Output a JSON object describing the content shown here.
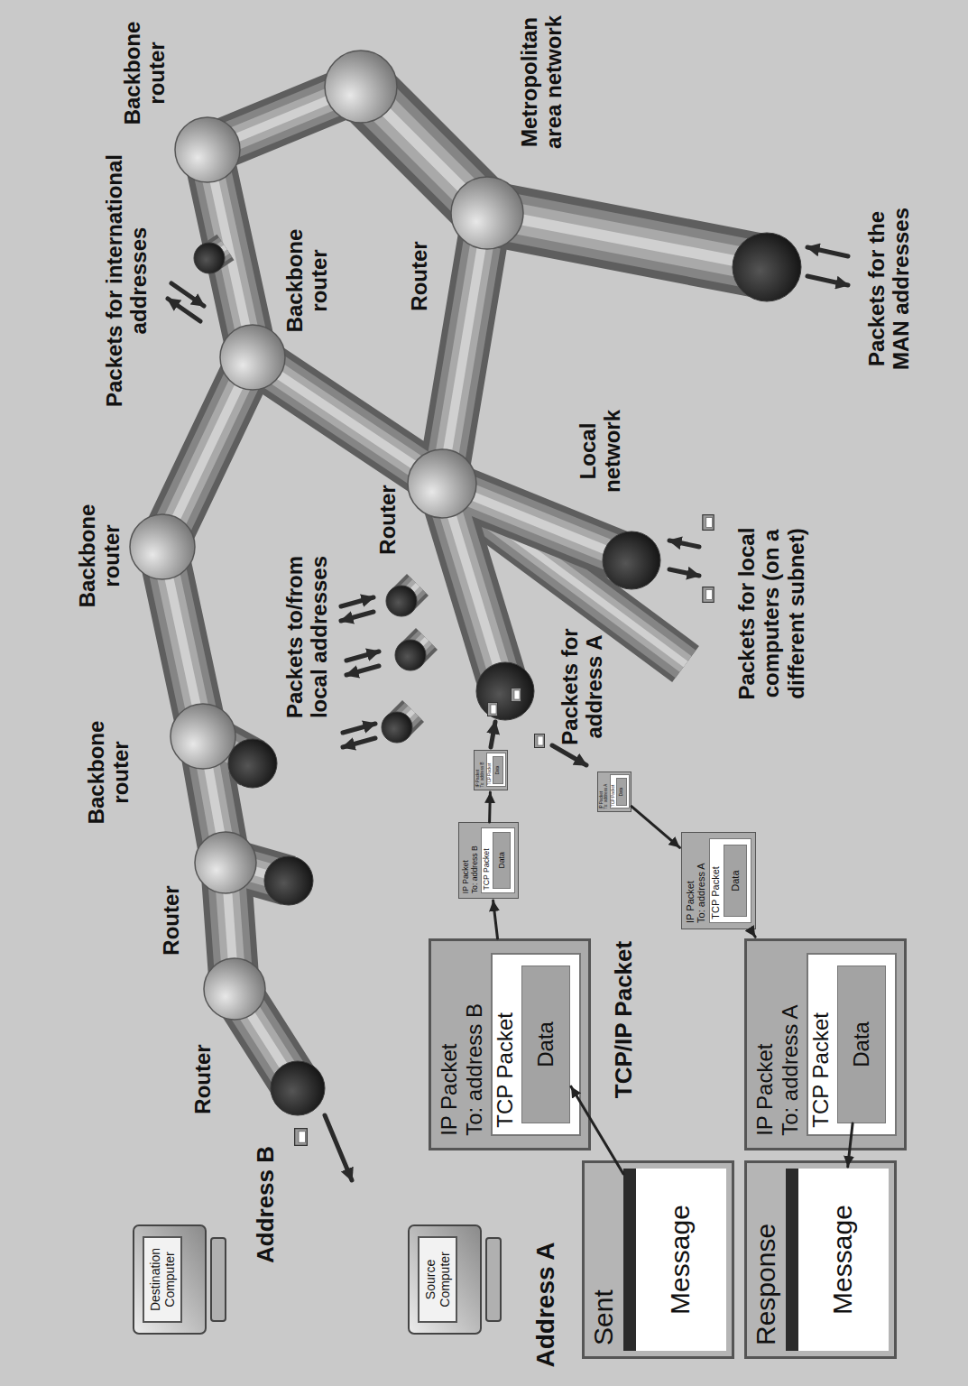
{
  "diagram": {
    "nodes": [
      {
        "text": [
          "Destination Computer"
        ]
      },
      {
        "text": [
          "Source Computer"
        ]
      },
      {
        "text": [
          "Sent"
        ]
      },
      {
        "text": [
          "Message"
        ],
        "in": 2
      },
      {
        "text": [
          "Response"
        ]
      },
      {
        "text": [
          "Message"
        ],
        "in": 4
      },
      {
        "text": [
          "IP Packet",
          "To: address B"
        ]
      },
      {
        "text": [
          "TCP Packet"
        ],
        "in": 6
      },
      {
        "text": [
          "Data"
        ],
        "in": 7
      },
      {
        "text": [
          "IP Packet",
          "To: address B"
        ]
      },
      {
        "text": [
          "TCP Packet"
        ],
        "in": 9
      },
      {
        "text": [
          "Data"
        ],
        "in": 10
      },
      {
        "text": [
          "IP Packet",
          "To: address B"
        ]
      },
      {
        "text": [
          "TCP Packet"
        ],
        "in": 12
      },
      {
        "text": [
          "Data"
        ],
        "in": 13
      },
      {
        "text": [
          "IP Packet",
          "To: address A"
        ]
      },
      {
        "text": [
          "TCP Packet"
        ],
        "in": 15
      },
      {
        "text": [
          "Data"
        ],
        "in": 16
      },
      {
        "text": [
          "IP Packet",
          "To: address A"
        ]
      },
      {
        "text": [
          "TCP Packet"
        ],
        "in": 18
      },
      {
        "text": [
          "Data"
        ],
        "in": 19
      },
      {
        "text": [
          "IP Packet",
          "To: address A"
        ]
      },
      {
        "text": [
          "TCP Packet"
        ],
        "in": 21
      },
      {
        "text": [
          "Data"
        ],
        "in": 22
      }
    ],
    "edges": [
      {
        "from": 3,
        "to": 8,
        "arrow": "to"
      },
      {
        "from": 6,
        "to": 9,
        "arrow": "to"
      },
      {
        "from": 9,
        "to": 12,
        "arrow": "to"
      },
      {
        "from": 15,
        "to": 18,
        "arrow": "to"
      },
      {
        "from": 18,
        "to": 21,
        "arrow": "to"
      },
      {
        "from": 23,
        "to": 5,
        "arrow": "to"
      }
    ],
    "labels": [
      "Router",
      "Router",
      "Backbone router",
      "Backbone router",
      "Packets for international addresses",
      "Backbone router",
      "Backbone router",
      "Metropolitan area network",
      "Router",
      "Packets for the MAN addresses",
      "Packets to/from local addresses",
      "Router",
      "Local network",
      "Packets for local computers (on a different subnet)",
      "Packets for address A",
      "TCP/IP Packet",
      "Address B",
      "Address A"
    ]
  }
}
